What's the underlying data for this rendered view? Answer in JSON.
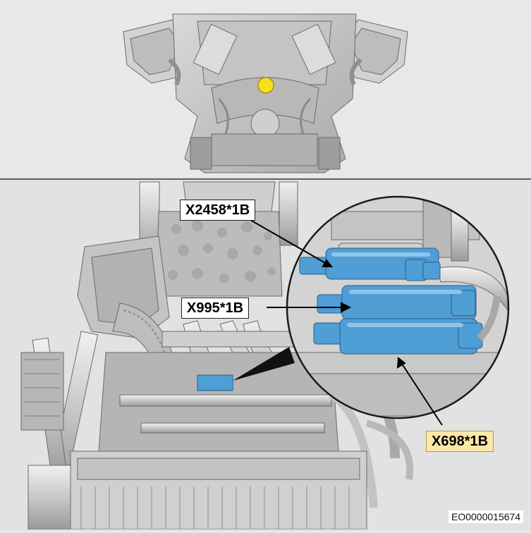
{
  "callouts": {
    "c1": "X2458*1B",
    "c2": "X995*1B",
    "c3": "X698*1B"
  },
  "document_id": "EO0000015674",
  "colors": {
    "highlight": "#fbe7a8",
    "connector_blue": "#4f9ed6",
    "locator_dot": "#f7e01a",
    "divider": "#333333"
  }
}
